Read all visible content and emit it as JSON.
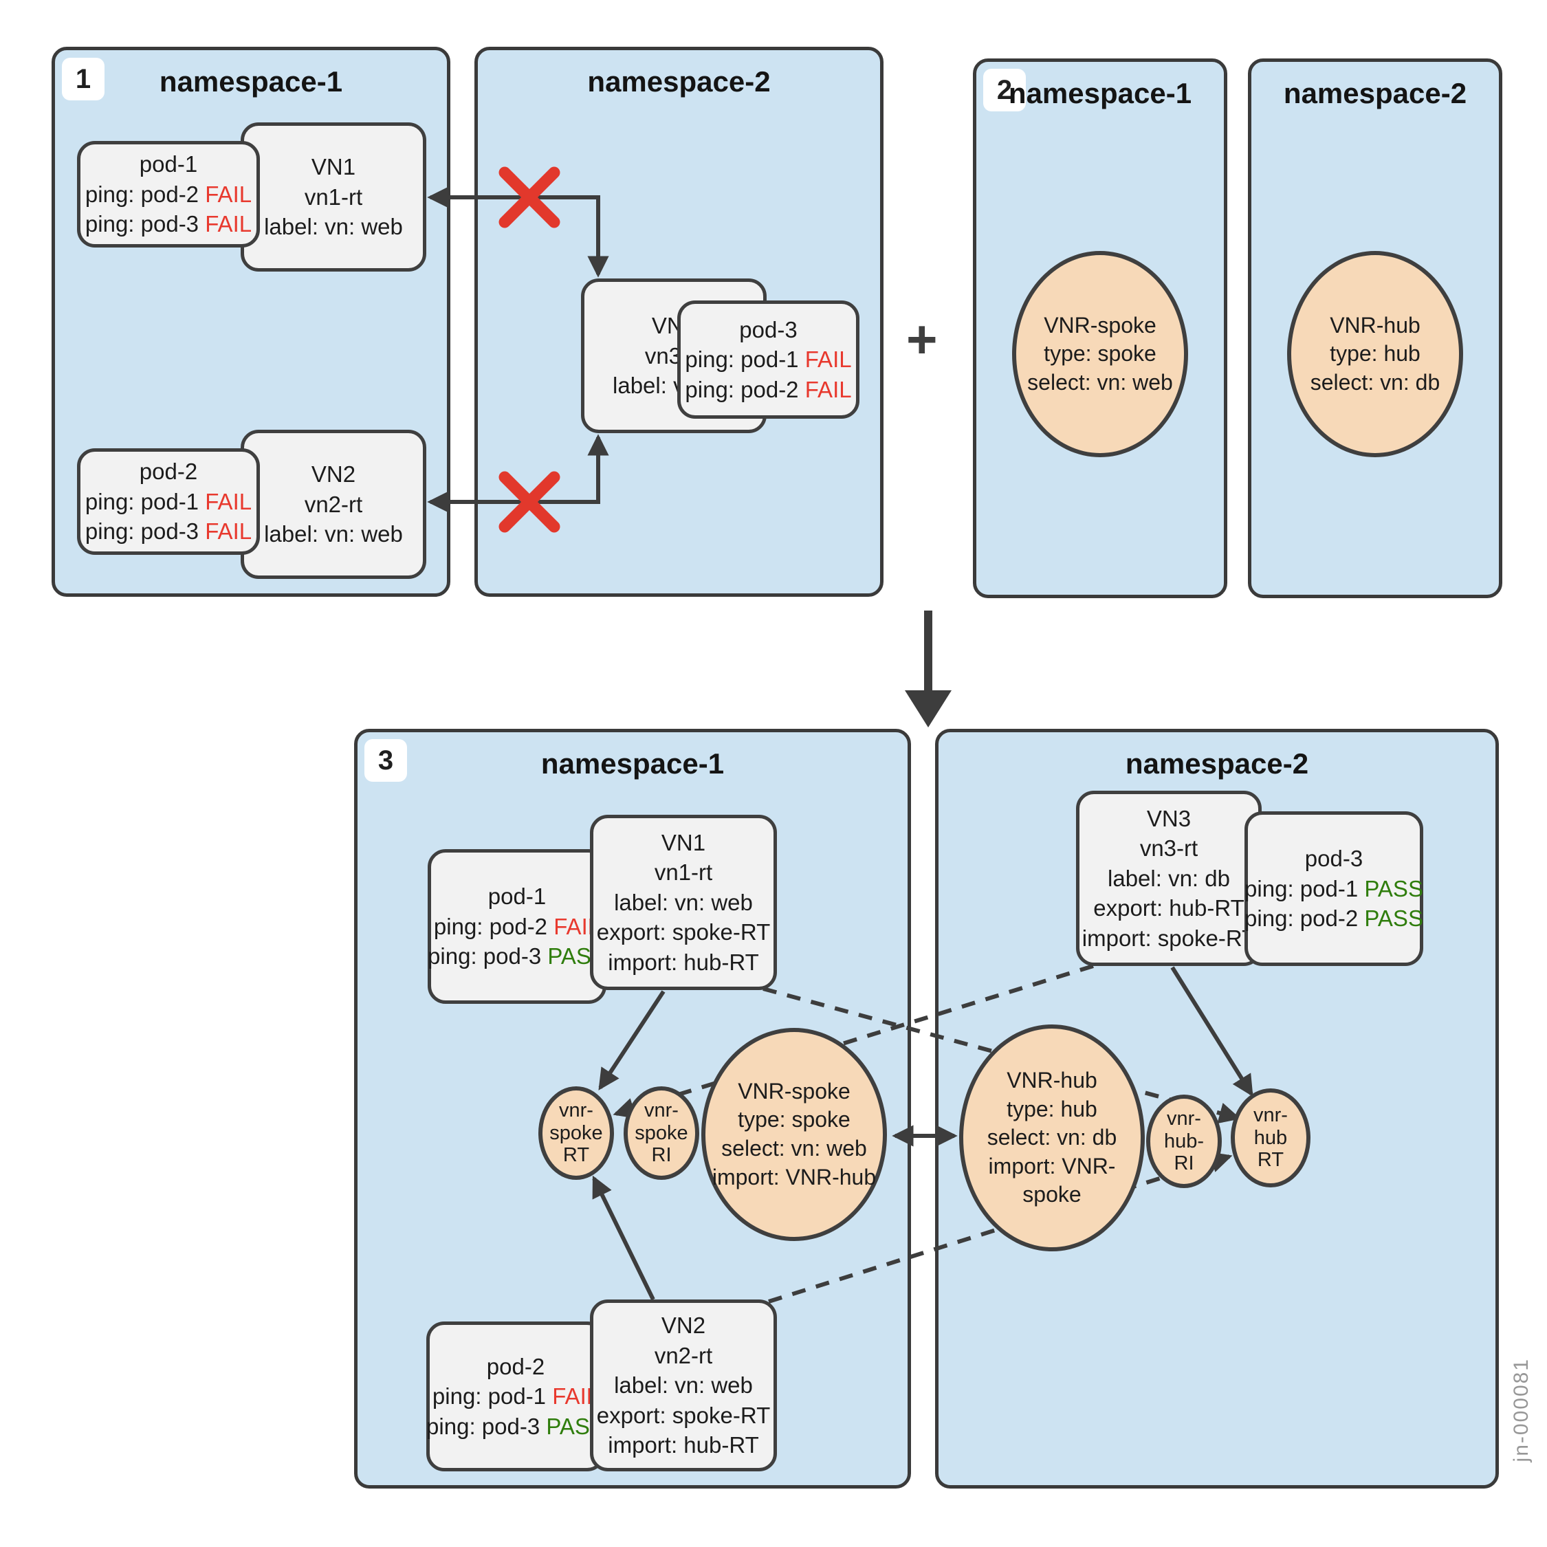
{
  "figure_id": "jn-000081",
  "plus_sign": "+",
  "colors": {
    "namespace_fill": "#cde3f2",
    "node_fill": "#f2f2f2",
    "ellipse_fill": "#f7d9b8",
    "line": "#3d3d3d",
    "fail": "#e8392e",
    "pass": "#2f7d0c",
    "x_mark": "#e2382c"
  },
  "panel1": {
    "badge": "1",
    "ns1": {
      "title": "namespace-1"
    },
    "ns2": {
      "title": "namespace-2"
    },
    "pod1": {
      "l1": "pod-1",
      "l2": "ping: pod-2",
      "l2s": "FAIL",
      "l3": "ping: pod-3",
      "l3s": "FAIL"
    },
    "vn1": {
      "l1": "VN1",
      "l2": "vn1-rt",
      "l3": "label: vn: web"
    },
    "pod2": {
      "l1": "pod-2",
      "l2": "ping: pod-1",
      "l2s": "FAIL",
      "l3": "ping: pod-3",
      "l3s": "FAIL"
    },
    "vn2": {
      "l1": "VN2",
      "l2": "vn2-rt",
      "l3": "label: vn: web"
    },
    "vn3": {
      "l1": "VN3",
      "l2": "vn3-rt",
      "l3": "label: vn: db"
    },
    "pod3": {
      "l1": "pod-3",
      "l2": "ping: pod-1",
      "l2s": "FAIL",
      "l3": "ping: pod-2",
      "l3s": "FAIL"
    }
  },
  "panel2": {
    "badge": "2",
    "ns1": {
      "title": "namespace-1"
    },
    "ns2": {
      "title": "namespace-2"
    },
    "vnr_spoke": {
      "l1": "VNR-spoke",
      "l2": "type: spoke",
      "l3": "select: vn: web"
    },
    "vnr_hub": {
      "l1": "VNR-hub",
      "l2": "type: hub",
      "l3": "select: vn: db"
    }
  },
  "panel3": {
    "badge": "3",
    "ns1": {
      "title": "namespace-1"
    },
    "ns2": {
      "title": "namespace-2"
    },
    "pod1": {
      "l1": "pod-1",
      "l2": "ping: pod-2",
      "l2s": "FAIL",
      "l3": "ping: pod-3",
      "l3s": "PASS"
    },
    "vn1": {
      "l1": "VN1",
      "l2": "vn1-rt",
      "l3": "label: vn: web",
      "l4": "export: spoke-RT",
      "l5": "import: hub-RT"
    },
    "pod2": {
      "l1": "pod-2",
      "l2": "ping: pod-1",
      "l2s": "FAIL",
      "l3": "ping: pod-3",
      "l3s": "PASS"
    },
    "vn2": {
      "l1": "VN2",
      "l2": "vn2-rt",
      "l3": "label: vn: web",
      "l4": "export: spoke-RT",
      "l5": "import: hub-RT"
    },
    "vn3": {
      "l1": "VN3",
      "l2": "vn3-rt",
      "l3": "label: vn: db",
      "l4": "export: hub-RT",
      "l5": "import: spoke-RT"
    },
    "pod3": {
      "l1": "pod-3",
      "l2": "ping: pod-1",
      "l2s": "PASS",
      "l3": "ping: pod-2",
      "l3s": "PASS"
    },
    "vnr_spoke": {
      "l1": "VNR-spoke",
      "l2": "type: spoke",
      "l3": "select: vn: web",
      "l4": "import: VNR-hub"
    },
    "vnr_hub": {
      "l1": "VNR-hub",
      "l2": "type: hub",
      "l3": "select: vn: db",
      "l4": "import: VNR-",
      "l5": "spoke"
    },
    "rt_spoke": {
      "l1": "vnr-",
      "l2": "spoke",
      "l3": "RT"
    },
    "ri_spoke": {
      "l1": "vnr-",
      "l2": "spoke",
      "l3": "RI"
    },
    "ri_hub": {
      "l1": "vnr-",
      "l2": "hub-",
      "l3": "RI"
    },
    "rt_hub": {
      "l1": "vnr-",
      "l2": "hub",
      "l3": "RT"
    }
  }
}
